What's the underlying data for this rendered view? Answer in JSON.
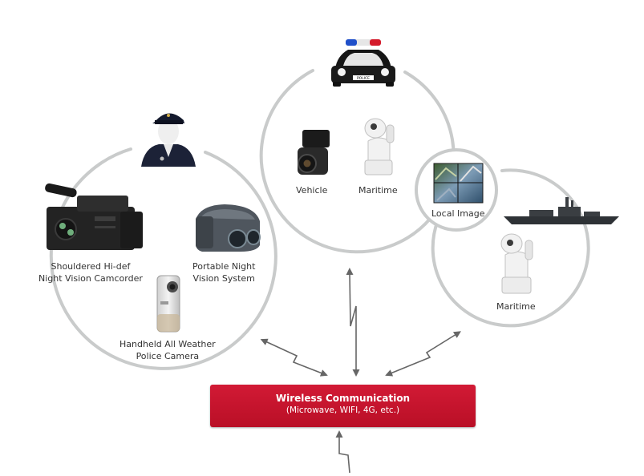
{
  "labels": {
    "camcorder": [
      "Shouldered Hi-def",
      "Night Vision Camcorder"
    ],
    "portable": [
      "Portable Night",
      "Vision System"
    ],
    "handheld": [
      "Handheld All Weather",
      "Police Camera"
    ],
    "vehicle": "Vehicle",
    "maritime_top": "Maritime",
    "local_image": "Local Image",
    "maritime_right": "Maritime"
  },
  "box": {
    "title": "Wireless Communication",
    "subtitle": "(Microwave, WIFI, 4G, etc.)"
  },
  "badges": {
    "police_car_plate": "POLICE"
  },
  "colors": {
    "circle": "#c9cbcb",
    "box_red": "#c8142d",
    "arrow": "#666666"
  },
  "icons": [
    "police-officer-icon",
    "camcorder-icon",
    "portable-camera-icon",
    "handheld-camera-icon",
    "police-car-icon",
    "vehicle-camera-icon",
    "maritime-camera-icon",
    "local-image-icon",
    "warship-icon"
  ]
}
